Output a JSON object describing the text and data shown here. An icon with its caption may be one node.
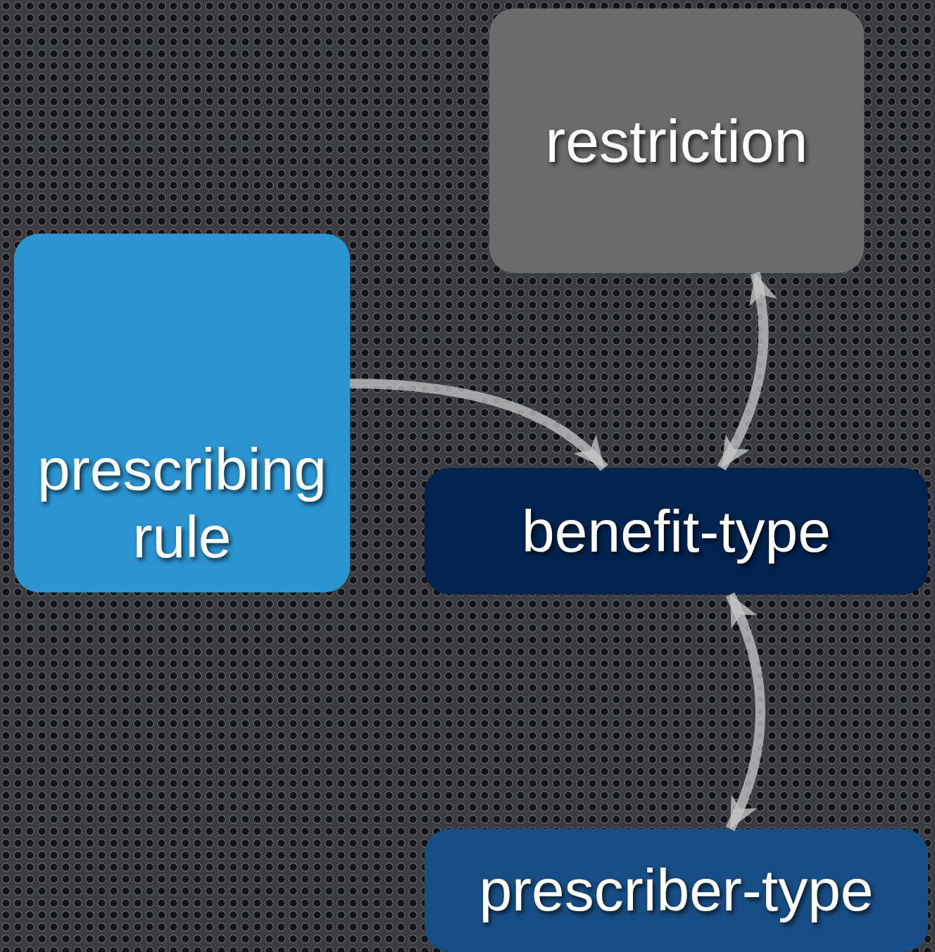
{
  "diagram": {
    "nodes": [
      {
        "text": [
          "restriction"
        ]
      },
      {
        "text": [
          "prescribing rule"
        ]
      },
      {
        "text": [
          "benefit-type"
        ]
      },
      {
        "text": [
          "prescriber-type"
        ]
      }
    ],
    "edges": [
      {
        "from": 1,
        "to": 2,
        "arrow": "to"
      },
      {
        "from": 2,
        "to": 0,
        "arrow": "both"
      },
      {
        "from": 2,
        "to": 3,
        "arrow": "both"
      }
    ]
  }
}
